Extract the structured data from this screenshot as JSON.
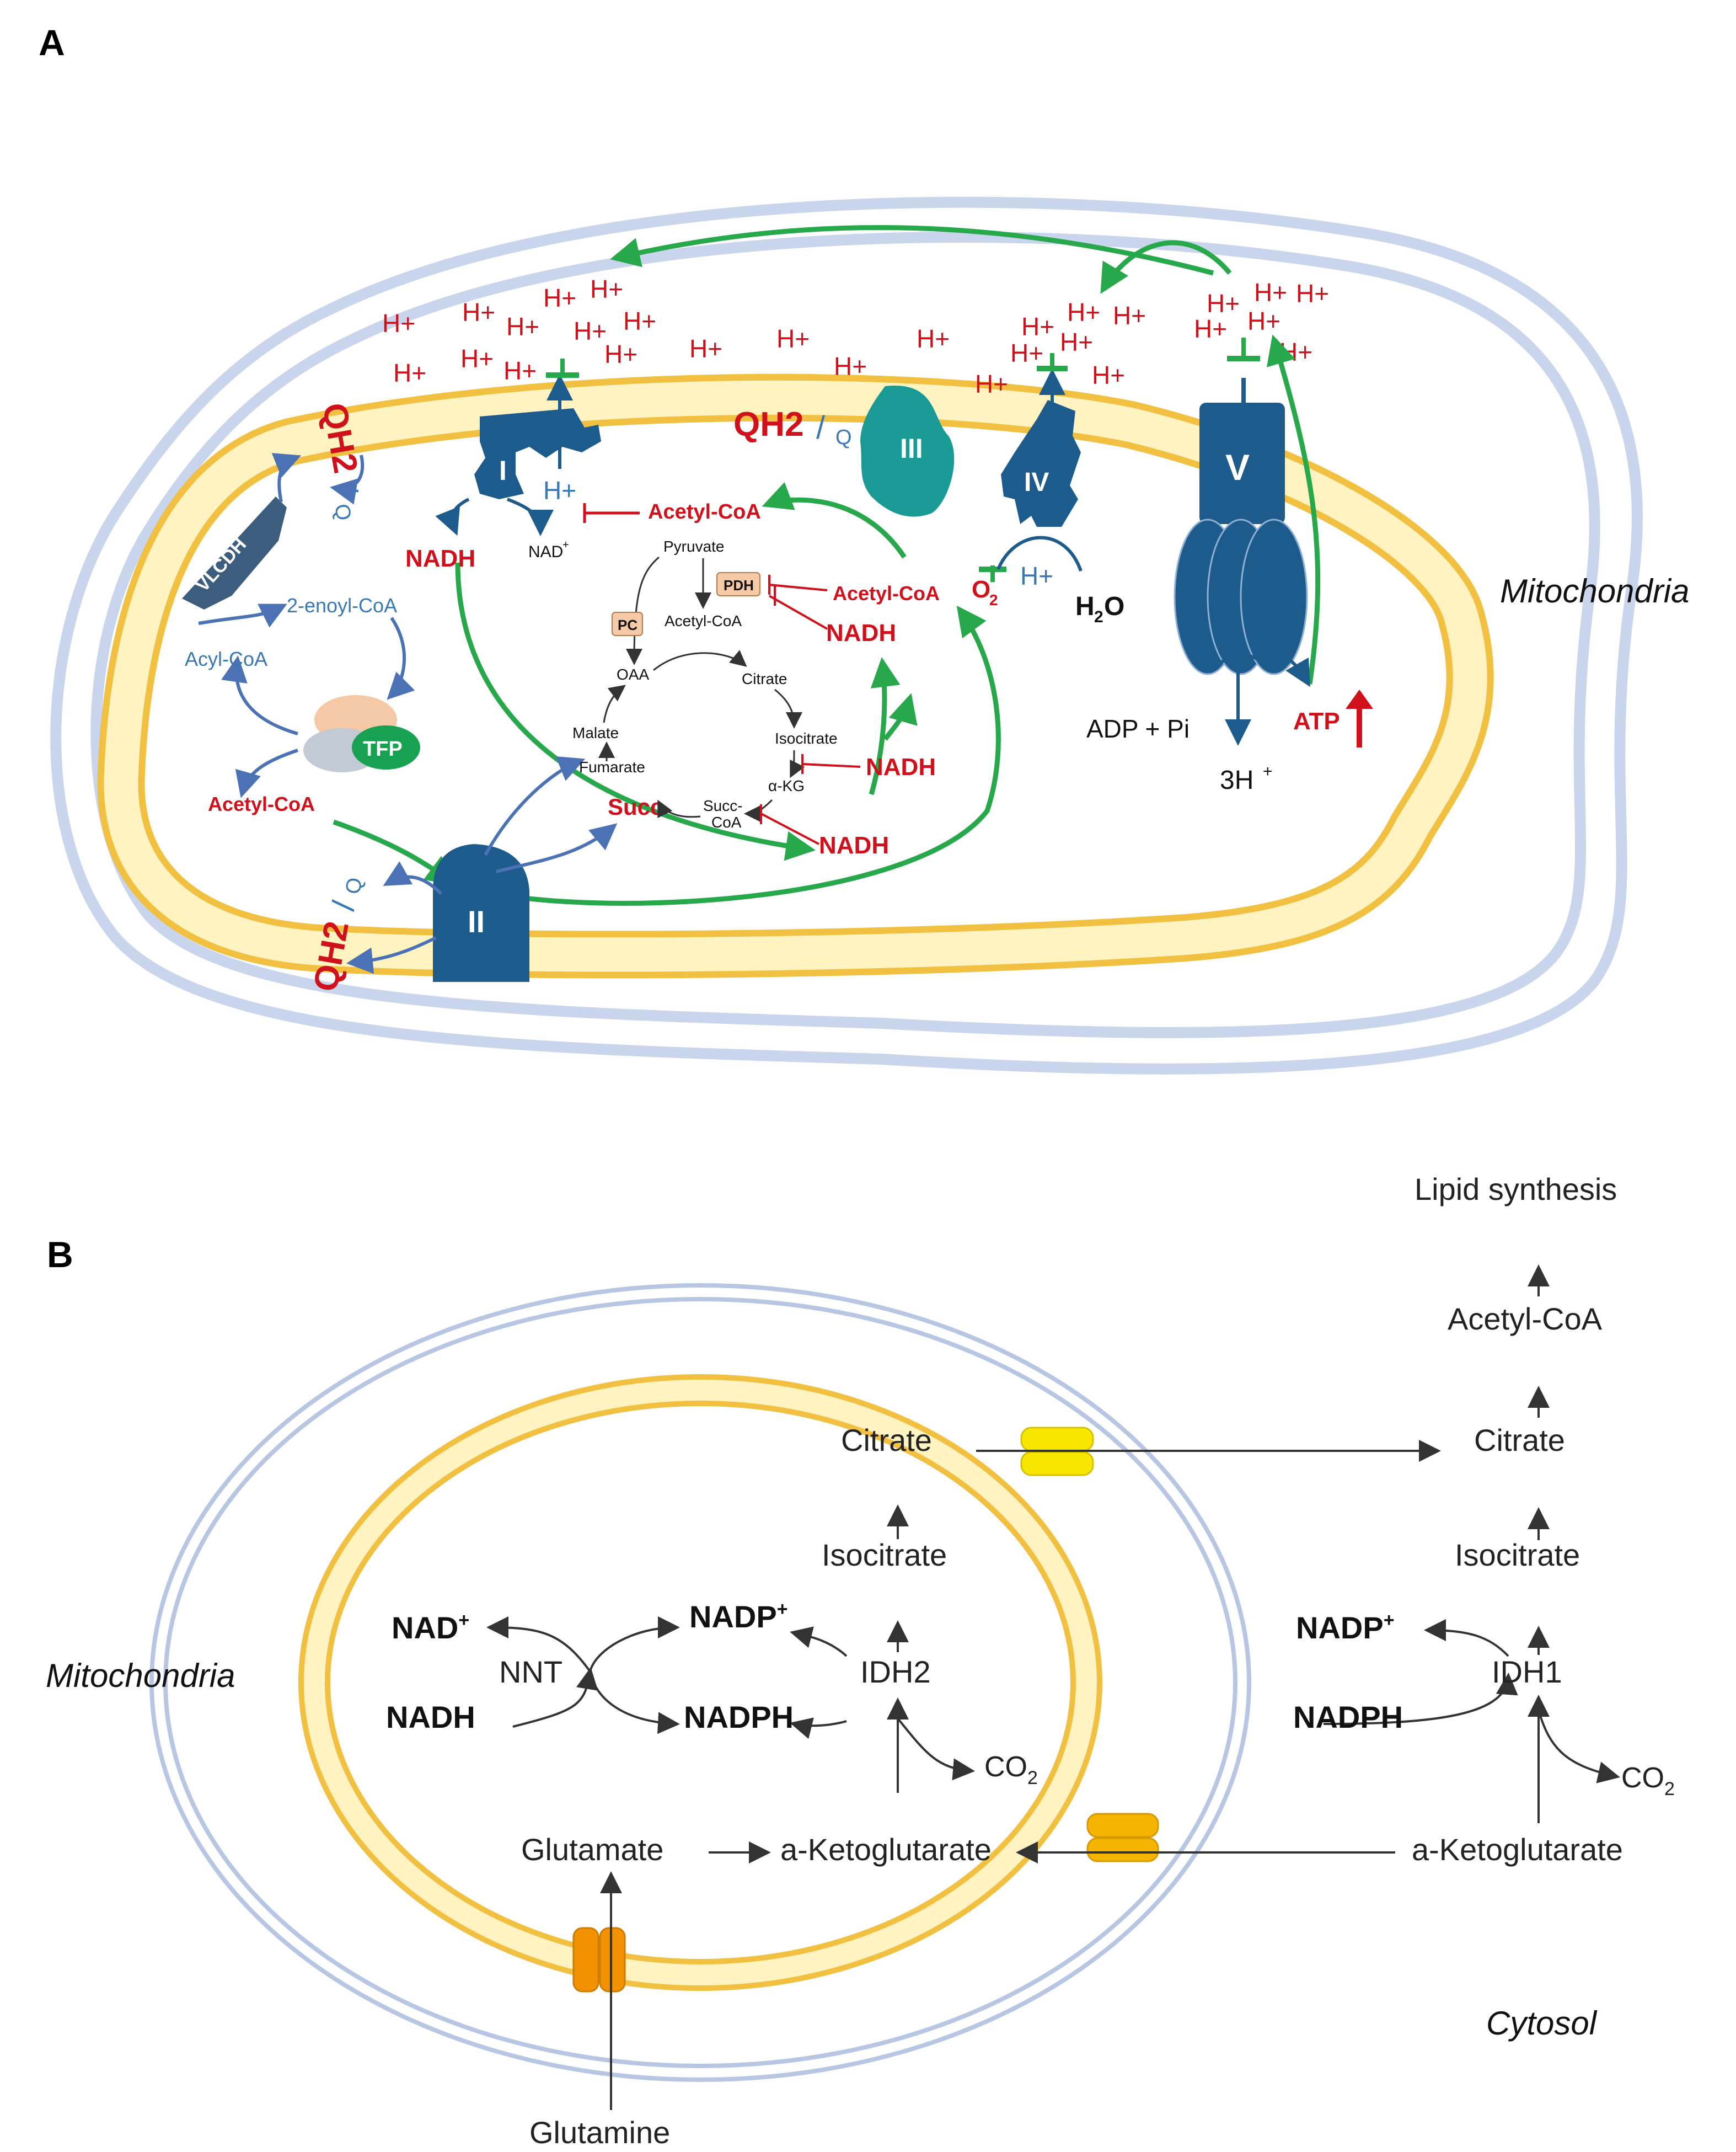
{
  "panel_a": {
    "letter": "A",
    "compartment_label": "Mitochondria",
    "proton": "H+",
    "complexes": {
      "c1": "I",
      "c2": "II",
      "c3": "III",
      "c4": "IV",
      "c5": "V"
    },
    "qh2": "QH2",
    "q": "Q",
    "vlcdh": "VLCDH",
    "tfp": "TFP",
    "pdh": "PDH",
    "pc": "PC",
    "enoyl_coa": "2-enoyl-CoA",
    "acyl_coa": "Acyl-CoA",
    "acetyl_coa": "Acetyl-CoA",
    "nadh": "NADH",
    "nad_plus": "NAD",
    "nad_plus_sup": "+",
    "o2": "O",
    "o2_sub": "2",
    "h2o_h": "H",
    "h2o_sub": "2",
    "h2o_o": "O",
    "adp_pi": "ADP + Pi",
    "atp": "ATP",
    "three_h": "3H",
    "three_h_sup": "+",
    "tca": {
      "pyruvate": "Pyruvate",
      "acetyl_coa": "Acetyl-CoA",
      "oaa": "OAA",
      "citrate": "Citrate",
      "isocitrate": "Isocitrate",
      "akg": "α-KG",
      "succ_coa_1": "Succ-",
      "succ_coa_2": "CoA",
      "succ": "Succ",
      "fumarate": "Fumarate",
      "malate": "Malate"
    }
  },
  "panel_b": {
    "letter": "B",
    "mito_label": "Mitochondria",
    "cytosol_label": "Cytosol",
    "lipid_synthesis": "Lipid synthesis",
    "acetyl_coa": "Acetyl-CoA",
    "citrate": "Citrate",
    "isocitrate": "Isocitrate",
    "nad": "NAD",
    "nad_sup": "+",
    "nadh": "NADH",
    "nnt": "NNT",
    "nadp": "NADP",
    "nadp_sup": "+",
    "nadph": "NADPH",
    "idh2": "IDH2",
    "idh1": "IDH1",
    "co2": "CO",
    "co2_sub": "2",
    "glutamate": "Glutamate",
    "a_ketoglutarate": "a-Ketoglutarate",
    "glutamine": "Glutamine"
  },
  "colors": {
    "membrane_outer": "#c9d5ec",
    "membrane_inner_edge": "#f2c040",
    "membrane_inner_fill": "#fff3c2",
    "complex": "#1c5b8c",
    "complex_iii": "#1a9a95",
    "green_arrow": "#27a84a",
    "red": "#d0101a",
    "blue_text": "#3a78b5"
  }
}
